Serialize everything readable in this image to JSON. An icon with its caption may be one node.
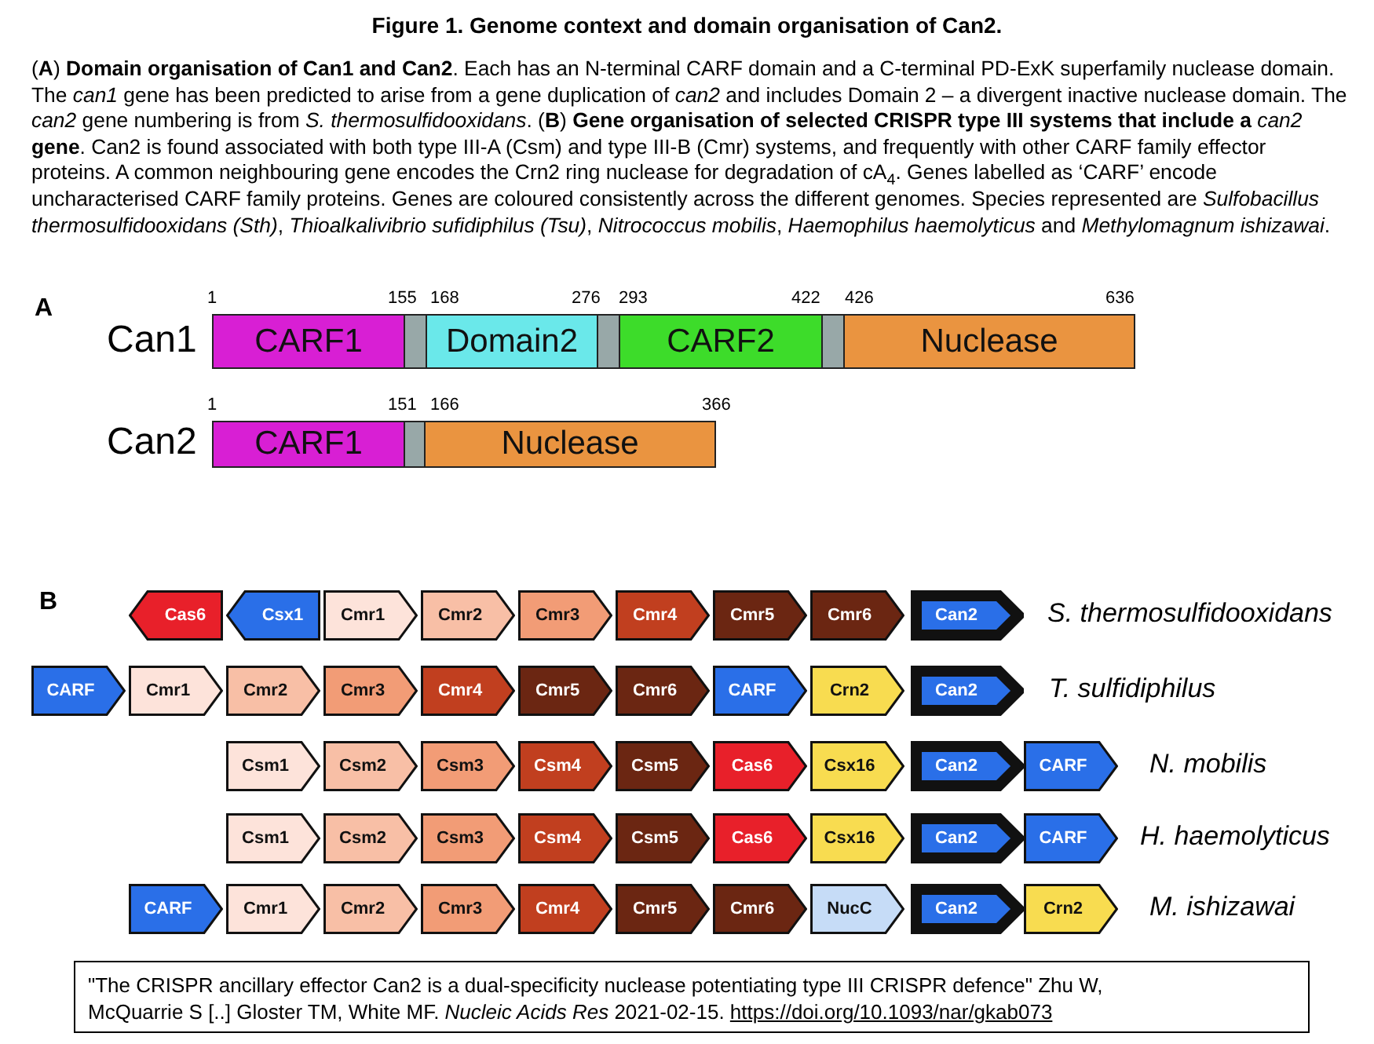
{
  "diagram": {
    "title": "Figure 1. Genome context and domain organisation of Can2.",
    "caption": "(**A**) **Domain organisation of Can1 and Can2**. Each has an N-terminal CARF domain and a C-terminal PD-ExK superfamily nuclease domain. The *can1* gene has been predicted to arise from a gene duplication of *can2* and includes Domain 2 – a divergent inactive nuclease domain. The *can2* gene numbering is from *S. thermosulfidooxidans*. (**B**) **Gene organisation of selected CRISPR type III systems that include a** *can2* **gene**. Can2 is found associated with both type III-A (Csm) and type III-B (Cmr) systems, and frequently with other CARF family effector proteins. A common neighbouring gene encodes the Crn2 ring nuclease for degradation of cA$_{4}$. Genes labelled as ‘CARF’ encode uncharacterised CARF family proteins. Genes are coloured consistently across the different genomes. Species represented are *Sulfobacillus thermosulfidooxidans (Sth)*, *Thioalkalivibrio sufidiphilus (Tsu)*, *Nitrococcus mobilis*, *Haemophilus haemolyticus* and *Methylomagnum ishizawai*.",
    "nodes": [
      {
        "text": [
          "CARF1"
        ]
      },
      {
        "text": [],
        "shape": "box"
      },
      {
        "text": [
          "Domain2"
        ]
      },
      {
        "text": [],
        "shape": "box"
      },
      {
        "text": [
          "CARF2"
        ]
      },
      {
        "text": [],
        "shape": "box"
      },
      {
        "text": [
          "Nuclease"
        ]
      },
      {
        "text": [
          "CARF1"
        ]
      },
      {
        "text": [],
        "shape": "box"
      },
      {
        "text": [
          "Nuclease"
        ]
      },
      {
        "text": [
          "Cas6"
        ]
      },
      {
        "text": [
          "Csx1"
        ]
      },
      {
        "text": [
          "Cmr1"
        ]
      },
      {
        "text": [
          "Cmr2"
        ]
      },
      {
        "text": [
          "Cmr3"
        ]
      },
      {
        "text": [
          "Cmr4"
        ]
      },
      {
        "text": [
          "Cmr5"
        ]
      },
      {
        "text": [
          "Cmr6"
        ]
      },
      {
        "text": [
          "Can2"
        ]
      },
      {
        "text": [
          "CARF"
        ]
      },
      {
        "text": [
          "Cmr1"
        ]
      },
      {
        "text": [
          "Cmr2"
        ]
      },
      {
        "text": [
          "Cmr3"
        ]
      },
      {
        "text": [
          "Cmr4"
        ]
      },
      {
        "text": [
          "Cmr5"
        ]
      },
      {
        "text": [
          "Cmr6"
        ]
      },
      {
        "text": [
          "CARF"
        ]
      },
      {
        "text": [
          "Crn2"
        ]
      },
      {
        "text": [
          "Can2"
        ]
      },
      {
        "text": [
          "Csm1"
        ]
      },
      {
        "text": [
          "Csm2"
        ]
      },
      {
        "text": [
          "Csm3"
        ]
      },
      {
        "text": [
          "Csm4"
        ]
      },
      {
        "text": [
          "Csm5"
        ]
      },
      {
        "text": [
          "Cas6"
        ]
      },
      {
        "text": [
          "Csx16"
        ]
      },
      {
        "text": [
          "Can2"
        ]
      },
      {
        "text": [
          "CARF"
        ]
      },
      {
        "text": [
          "Csm1"
        ]
      },
      {
        "text": [
          "Csm2"
        ]
      },
      {
        "text": [
          "Csm3"
        ]
      },
      {
        "text": [
          "Csm4"
        ]
      },
      {
        "text": [
          "Csm5"
        ]
      },
      {
        "text": [
          "Cas6"
        ]
      },
      {
        "text": [
          "Csx16"
        ]
      },
      {
        "text": [
          "Can2"
        ]
      },
      {
        "text": [
          "CARF"
        ]
      },
      {
        "text": [
          "CARF"
        ]
      },
      {
        "text": [
          "Cmr1"
        ]
      },
      {
        "text": [
          "Cmr2"
        ]
      },
      {
        "text": [
          "Cmr3"
        ]
      },
      {
        "text": [
          "Cmr4"
        ]
      },
      {
        "text": [
          "Cmr5"
        ]
      },
      {
        "text": [
          "Cmr6"
        ]
      },
      {
        "text": [
          "NucC"
        ]
      },
      {
        "text": [
          "Can2"
        ]
      },
      {
        "text": [
          "Crn2"
        ]
      }
    ],
    "labels": [
      "A",
      "1",
      "155",
      "168",
      "276",
      "293",
      "422",
      "426",
      "636",
      "Can1",
      "1",
      "151",
      "166",
      "366",
      "Can2",
      "B",
      "S. thermosulfidooxidans",
      "T. sulfidiphilus",
      "N. mobilis",
      "H. haemolyticus",
      "M. ishizawai",
      "\"The CRISPR ancillary effector Can2 is a dual-specificity nuclease potentiating type III CRISPR defence\" Zhu W, McQuarrie S [..] Gloster TM, White MF.  *Nucleic Acids Res* 2021-02-15.",
      "https://doi.org/10.1093/nar/gkab073"
    ]
  }
}
